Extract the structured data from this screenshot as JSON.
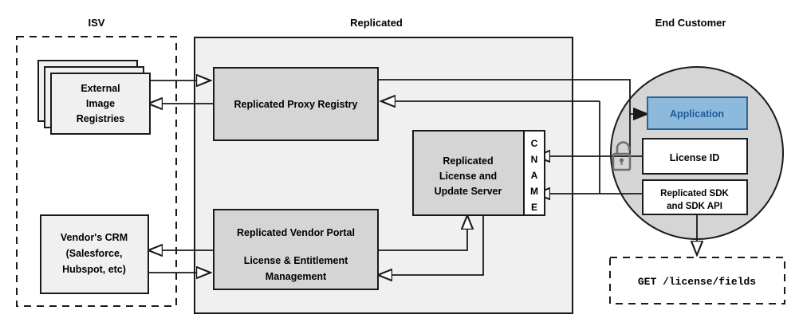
{
  "diagram": {
    "title": "Replicated platform architecture",
    "zones": [
      {
        "id": "isv",
        "label": "ISV",
        "style": "dashed"
      },
      {
        "id": "replicated",
        "label": "Replicated",
        "style": "solid-filled"
      },
      {
        "id": "end_customer",
        "label": "End Customer",
        "style": "circle-filled"
      }
    ],
    "nodes": {
      "external_registries": {
        "label_lines": [
          "External",
          "Image",
          "Registries"
        ],
        "zone": "isv",
        "shape": "stacked-rect",
        "fill": "#f0f0f0"
      },
      "vendor_crm": {
        "label_lines": [
          "Vendor's CRM",
          "(Salesforce,",
          "Hubspot, etc)"
        ],
        "zone": "isv",
        "shape": "rect",
        "fill": "#f0f0f0"
      },
      "proxy_registry": {
        "label_lines": [
          "Replicated Proxy Registry"
        ],
        "zone": "replicated",
        "shape": "rect",
        "fill": "#d5d5d5"
      },
      "license_update_server": {
        "label_lines": [
          "Replicated",
          "License and",
          "Update Server"
        ],
        "zone": "replicated",
        "shape": "rect",
        "fill": "#d5d5d5"
      },
      "cname": {
        "label_lines": [
          "C",
          "N",
          "A",
          "M",
          "E"
        ],
        "zone": "replicated",
        "shape": "vertical-rect",
        "fill": "#ffffff"
      },
      "vendor_portal": {
        "label_lines": [
          "Replicated Vendor Portal",
          "License & Entitlement",
          "Management"
        ],
        "zone": "replicated",
        "shape": "rect",
        "fill": "#d5d5d5"
      },
      "application": {
        "label_lines": [
          "Application"
        ],
        "zone": "end_customer",
        "shape": "rect",
        "fill": "#8db9dd",
        "text_color": "#1f5c99"
      },
      "license_id": {
        "label_lines": [
          "License ID"
        ],
        "zone": "end_customer",
        "shape": "rect",
        "fill": "#ffffff"
      },
      "replicated_sdk": {
        "label_lines": [
          "Replicated SDK",
          "and SDK API"
        ],
        "zone": "end_customer",
        "shape": "rect",
        "fill": "#ffffff"
      },
      "api_call": {
        "label_lines": [
          "GET /license/fields"
        ],
        "zone": "none",
        "shape": "dashed-rect",
        "fill": "#ffffff",
        "monospace": true
      },
      "lock": {
        "label_lines": [],
        "zone": "end_customer",
        "shape": "unlocked-padlock",
        "fill": "#6e6e6e"
      }
    },
    "connections": [
      {
        "from": "external_registries",
        "to": "proxy_registry",
        "direction": "forward"
      },
      {
        "from": "proxy_registry",
        "to": "external_registries",
        "direction": "forward"
      },
      {
        "from": "proxy_registry",
        "to": "application",
        "direction": "forward"
      },
      {
        "from": "application",
        "to": "proxy_registry",
        "direction": "forward"
      },
      {
        "from": "license_id",
        "to": "cname",
        "direction": "forward"
      },
      {
        "from": "replicated_sdk",
        "to": "cname",
        "direction": "forward"
      },
      {
        "from": "vendor_portal",
        "to": "vendor_crm",
        "direction": "forward"
      },
      {
        "from": "vendor_crm",
        "to": "vendor_portal",
        "direction": "forward"
      },
      {
        "from": "vendor_portal",
        "to": "license_update_server",
        "direction": "forward"
      },
      {
        "from": "license_update_server",
        "to": "vendor_portal",
        "direction": "forward"
      },
      {
        "from": "replicated_sdk",
        "to": "api_call",
        "direction": "forward"
      }
    ]
  },
  "labels": {
    "isv": "ISV",
    "replicated": "Replicated",
    "end_customer": "End Customer",
    "external_l1": "External",
    "external_l2": "Image",
    "external_l3": "Registries",
    "crm_l1": "Vendor's CRM",
    "crm_l2": "(Salesforce,",
    "crm_l3": "Hubspot, etc)",
    "proxy_registry": "Replicated Proxy Registry",
    "lus_l1": "Replicated",
    "lus_l2": "License and",
    "lus_l3": "Update Server",
    "cname_c": "C",
    "cname_n": "N",
    "cname_a": "A",
    "cname_m": "M",
    "cname_e": "E",
    "vp_l1": "Replicated Vendor Portal",
    "vp_l2": "License & Entitlement",
    "vp_l3": "Management",
    "application": "Application",
    "license_id": "License ID",
    "sdk_l1": "Replicated SDK",
    "sdk_l2": "and SDK API",
    "api_call": "GET /license/fields"
  },
  "colors": {
    "node_grey": "#d5d5d5",
    "node_light": "#f0f0f0",
    "node_white": "#ffffff",
    "accent_blue_fill": "#8db9dd",
    "accent_blue_text": "#1f5c99",
    "accent_blue_stroke": "#2a6496",
    "outline": "#1a1a1a",
    "lock_grey": "#6e6e6e",
    "background": "#ffffff"
  }
}
